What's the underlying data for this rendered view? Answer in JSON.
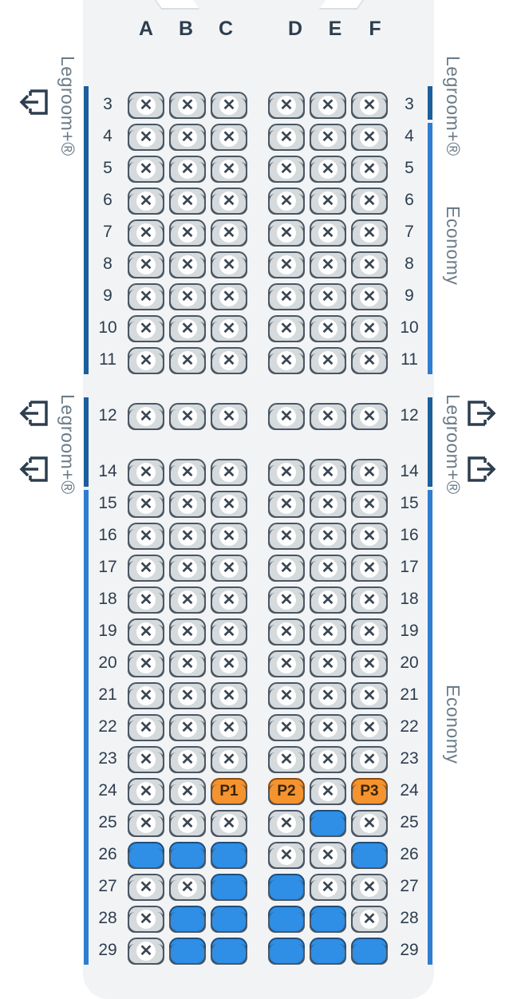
{
  "columns": {
    "left": [
      "A",
      "B",
      "C"
    ],
    "right": [
      "D",
      "E",
      "F"
    ]
  },
  "rows": [
    {
      "num": "3",
      "seats": [
        "x",
        "x",
        "x",
        "x",
        "x",
        "x"
      ]
    },
    {
      "num": "4",
      "seats": [
        "x",
        "x",
        "x",
        "x",
        "x",
        "x"
      ]
    },
    {
      "num": "5",
      "seats": [
        "x",
        "x",
        "x",
        "x",
        "x",
        "x"
      ]
    },
    {
      "num": "6",
      "seats": [
        "x",
        "x",
        "x",
        "x",
        "x",
        "x"
      ]
    },
    {
      "num": "7",
      "seats": [
        "x",
        "x",
        "x",
        "x",
        "x",
        "x"
      ]
    },
    {
      "num": "8",
      "seats": [
        "x",
        "x",
        "x",
        "x",
        "x",
        "x"
      ]
    },
    {
      "num": "9",
      "seats": [
        "x",
        "x",
        "x",
        "x",
        "x",
        "x"
      ]
    },
    {
      "num": "10",
      "seats": [
        "x",
        "x",
        "x",
        "x",
        "x",
        "x"
      ]
    },
    {
      "num": "11",
      "seats": [
        "x",
        "x",
        "x",
        "x",
        "x",
        "x"
      ]
    },
    {
      "num": "12",
      "seats": [
        "x",
        "x",
        "x",
        "x",
        "x",
        "x"
      ]
    },
    {
      "num": "14",
      "seats": [
        "x",
        "x",
        "x",
        "x",
        "x",
        "x"
      ]
    },
    {
      "num": "15",
      "seats": [
        "x",
        "x",
        "x",
        "x",
        "x",
        "x"
      ]
    },
    {
      "num": "16",
      "seats": [
        "x",
        "x",
        "x",
        "x",
        "x",
        "x"
      ]
    },
    {
      "num": "17",
      "seats": [
        "x",
        "x",
        "x",
        "x",
        "x",
        "x"
      ]
    },
    {
      "num": "18",
      "seats": [
        "x",
        "x",
        "x",
        "x",
        "x",
        "x"
      ]
    },
    {
      "num": "19",
      "seats": [
        "x",
        "x",
        "x",
        "x",
        "x",
        "x"
      ]
    },
    {
      "num": "20",
      "seats": [
        "x",
        "x",
        "x",
        "x",
        "x",
        "x"
      ]
    },
    {
      "num": "21",
      "seats": [
        "x",
        "x",
        "x",
        "x",
        "x",
        "x"
      ]
    },
    {
      "num": "22",
      "seats": [
        "x",
        "x",
        "x",
        "x",
        "x",
        "x"
      ]
    },
    {
      "num": "23",
      "seats": [
        "x",
        "x",
        "x",
        "x",
        "x",
        "x"
      ]
    },
    {
      "num": "24",
      "seats": [
        "x",
        "x",
        "P1",
        "P2",
        "x",
        "P3"
      ]
    },
    {
      "num": "25",
      "seats": [
        "x",
        "x",
        "x",
        "x",
        "o",
        "x"
      ]
    },
    {
      "num": "26",
      "seats": [
        "o",
        "o",
        "o",
        "x",
        "x",
        "o"
      ]
    },
    {
      "num": "27",
      "seats": [
        "x",
        "x",
        "o",
        "o",
        "x",
        "x"
      ]
    },
    {
      "num": "28",
      "seats": [
        "x",
        "o",
        "o",
        "o",
        "o",
        "x"
      ]
    },
    {
      "num": "29",
      "seats": [
        "x",
        "o",
        "o",
        "o",
        "o",
        "o"
      ]
    }
  ],
  "cabin_labels": {
    "legroom": "Legroom+®",
    "economy": "Economy"
  },
  "icons": {
    "exit_left": "exit-arrow-left-icon",
    "exit_right": "exit-arrow-right-icon",
    "occupied": "x-icon"
  },
  "colors": {
    "available": "#2f8ee5",
    "occupied": "#d5dadd",
    "selected": "#f5932f",
    "legroom_bar": "#1b5f9c",
    "economy_bar": "#2f7dd1",
    "label": "#6a7b88"
  }
}
